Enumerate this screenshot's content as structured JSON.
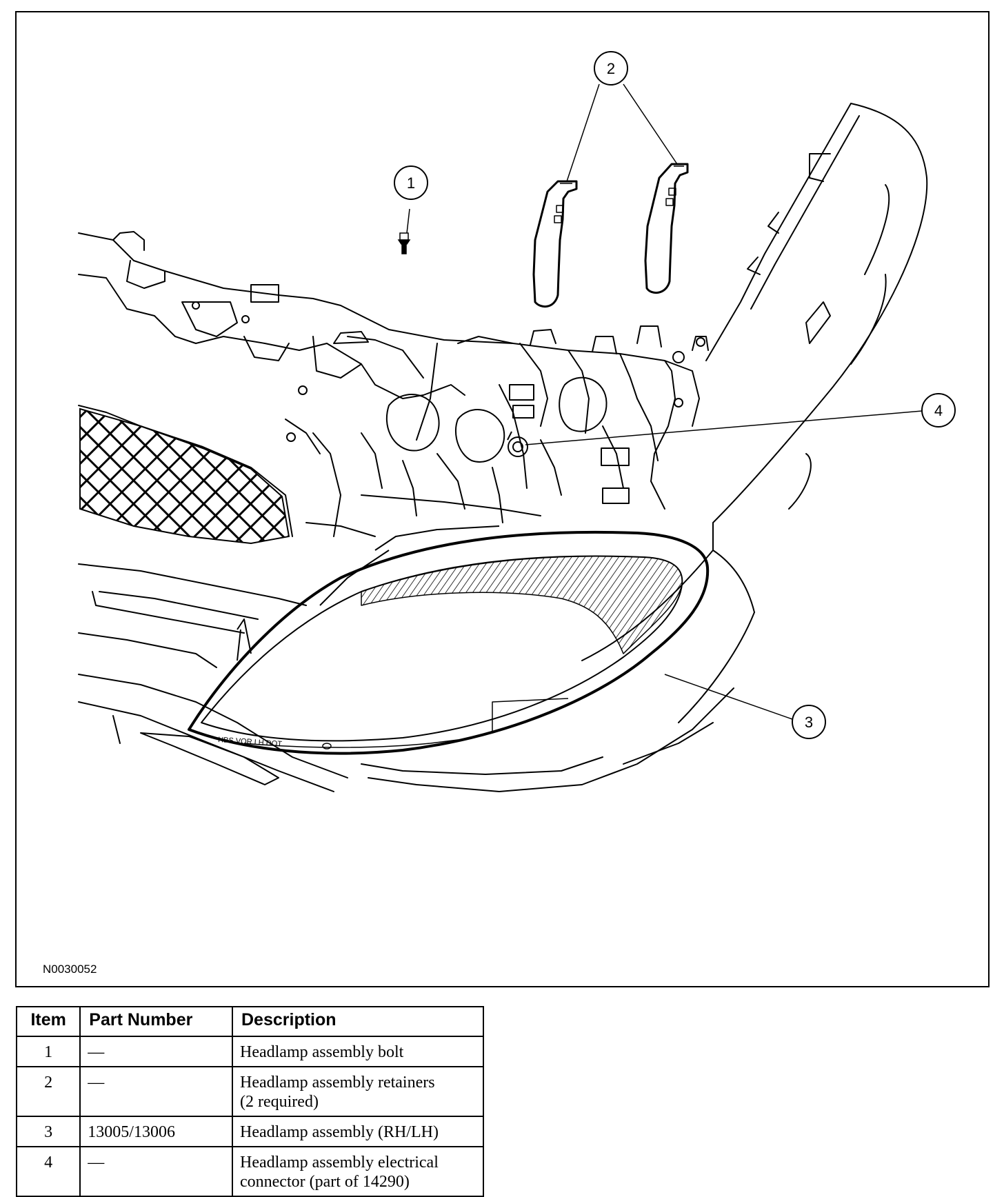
{
  "figure": {
    "code": "N0030052",
    "lens_marking": "HBS VOR LH DOT",
    "callouts": [
      "1",
      "2",
      "3",
      "4"
    ]
  },
  "table": {
    "headers": [
      "Item",
      "Part Number",
      "Description"
    ],
    "rows": [
      {
        "item": "1",
        "part": "—",
        "desc_lines": [
          "Headlamp assembly bolt"
        ]
      },
      {
        "item": "2",
        "part": "—",
        "desc_lines": [
          "Headlamp assembly retainers",
          "(2 required)"
        ]
      },
      {
        "item": "3",
        "part": "13005/13006",
        "desc_lines": [
          "Headlamp assembly (RH/LH)"
        ]
      },
      {
        "item": "4",
        "part": "—",
        "desc_lines": [
          "Headlamp assembly electrical",
          "connector (part of 14290)"
        ]
      }
    ]
  }
}
